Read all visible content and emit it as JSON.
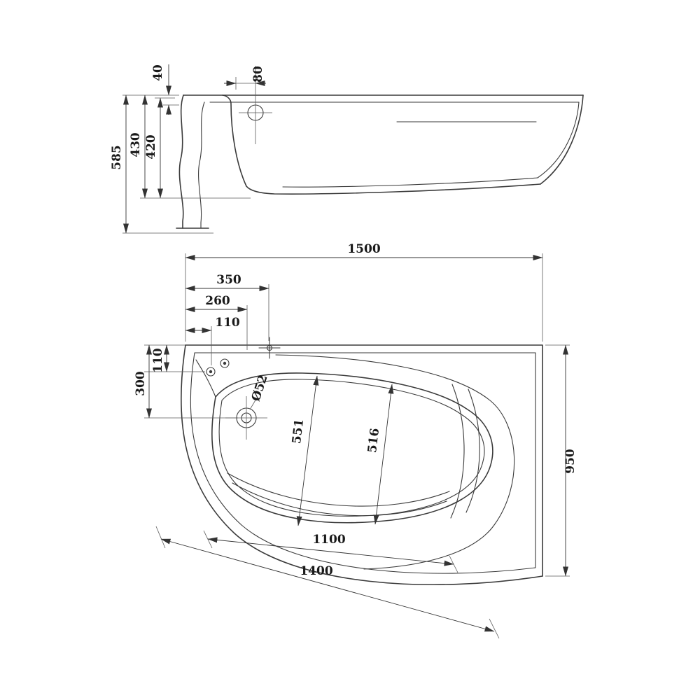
{
  "drawing": {
    "colors": {
      "line": "#3a3a3a",
      "dim": "#333333",
      "text": "#1a1a1a",
      "background": "#ffffff"
    },
    "side_view": {
      "d40": "40",
      "d80": "80",
      "d430": "430",
      "d420": "420",
      "d585": "585"
    },
    "plan_view": {
      "d1500": "1500",
      "d350": "350",
      "d260": "260",
      "d110_top": "110",
      "d300": "300",
      "d110_left": "110",
      "d52": "Ø52",
      "d551": "551",
      "d516": "516",
      "d950": "950",
      "d1100": "1100",
      "d1400": "1400"
    }
  }
}
